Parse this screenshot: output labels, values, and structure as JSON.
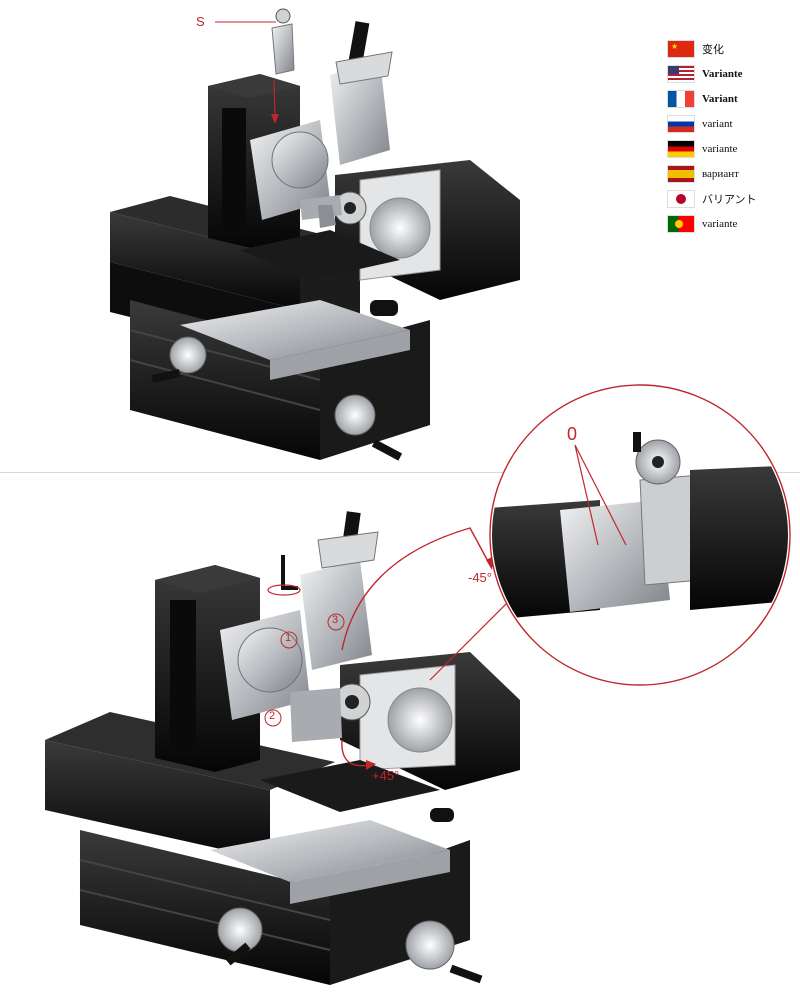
{
  "legend": {
    "items": [
      {
        "flag": "china-flag",
        "label": "变化",
        "bold": false
      },
      {
        "flag": "usa-flag",
        "label": "Variante",
        "bold": true
      },
      {
        "flag": "france-flag",
        "label": "Variant",
        "bold": true
      },
      {
        "flag": "russia-flag",
        "label": "variant",
        "bold": false
      },
      {
        "flag": "germany-flag",
        "label": "variante",
        "bold": false
      },
      {
        "flag": "spain-flag",
        "label": "вариант",
        "bold": false
      },
      {
        "flag": "japan-flag",
        "label": "バリアント",
        "bold": false
      },
      {
        "flag": "portugal-flag",
        "label": "variante",
        "bold": false
      }
    ]
  },
  "top_figure": {
    "callout_label": "S"
  },
  "bottom_figure": {
    "marker_1": "1",
    "marker_2": "2",
    "marker_3": "3",
    "angle_minus": "-45°",
    "angle_plus": "+45°",
    "zoom_label": "0"
  },
  "colors": {
    "accent_red": "#c0262d",
    "machine_black": "#151515",
    "machine_silver": "#c7c9cc"
  }
}
